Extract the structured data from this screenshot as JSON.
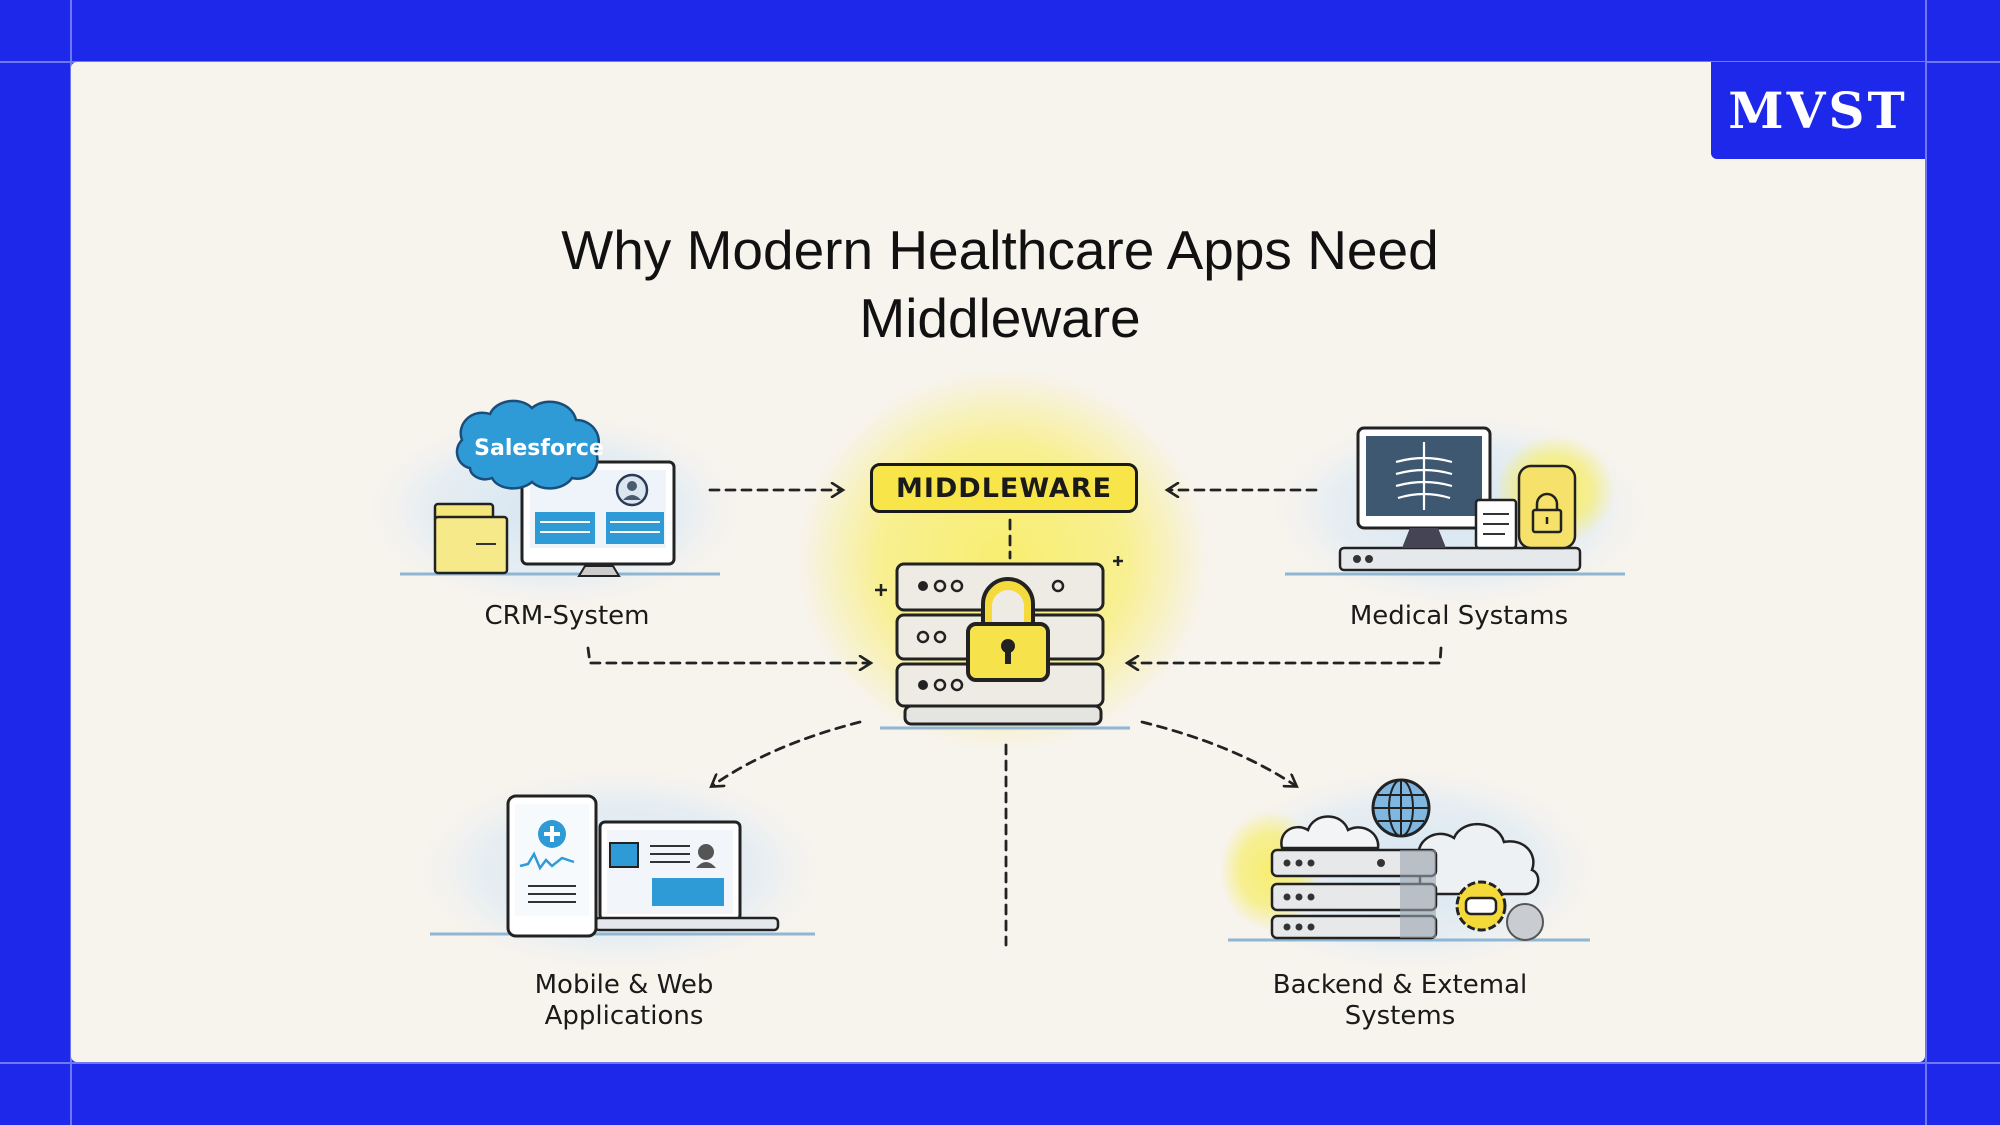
{
  "brand": {
    "logo_text": "MVST",
    "frame_color": "#1E28EA",
    "panel_color": "#F7F3ED",
    "accent_yellow": "#F7E54A",
    "accent_blue": "#2E9BD6"
  },
  "title": {
    "line1": "Why Modern Healthcare Apps Need",
    "line2": "Middleware"
  },
  "diagram": {
    "center": {
      "label": "MIDDLEWARE",
      "icon": "server-with-padlock-icon"
    },
    "nodes": [
      {
        "id": "crm",
        "label": "CRM-System",
        "badge": "Salesforce",
        "icon": "monitor-with-cloud-icon",
        "flow": "bidirectional-to-middleware"
      },
      {
        "id": "medical",
        "label": "Medical Systams",
        "icon": "xray-monitor-database-icon",
        "flow": "bidirectional-to-middleware"
      },
      {
        "id": "mobile_web",
        "label_line1": "Mobile & Web",
        "label_line2": "Applications",
        "icon": "phone-laptop-icon",
        "flow": "from-middleware"
      },
      {
        "id": "backend",
        "label_line1": "Backend & Extemal",
        "label_line2": "Systems",
        "icon": "servers-cloud-globe-icon",
        "flow": "from-middleware"
      }
    ]
  }
}
